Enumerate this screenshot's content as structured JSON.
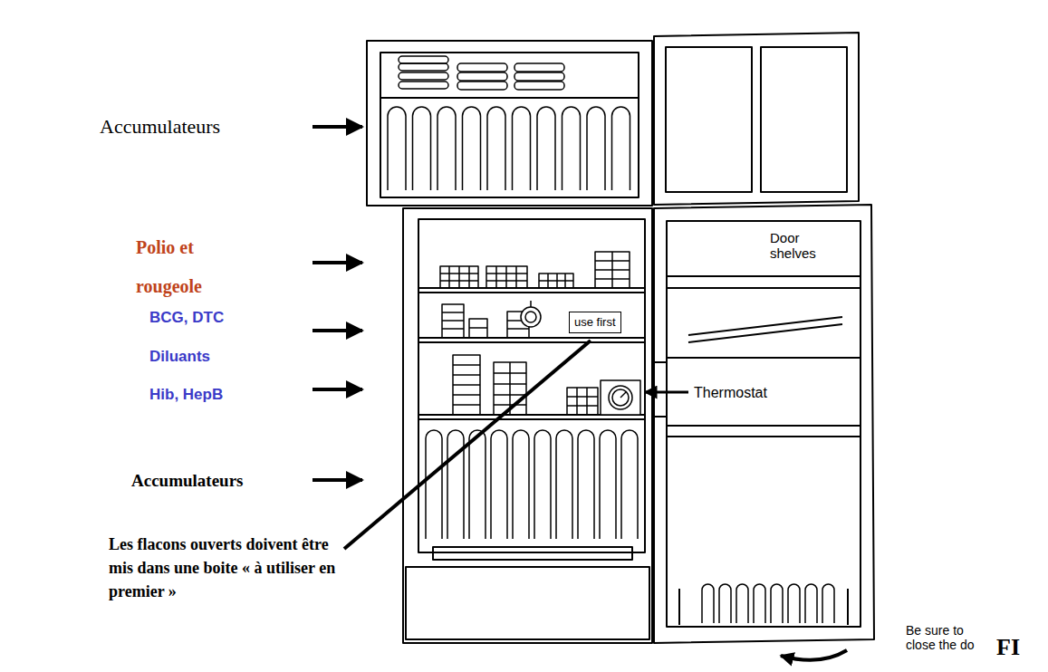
{
  "diagram": {
    "nodes": [
      {
        "text": [
          "use first"
        ]
      }
    ],
    "labels": [
      "Accumulateurs",
      "Polio et rougeole",
      "BCG, DTC",
      "Diluants",
      "Hib, HepB",
      "Accumulateurs",
      "Les flacons ouverts doivent être mis dans une boite « à utiliser en premier »",
      "Door shelves",
      "Thermostat",
      "Be sure to close the do",
      "FI"
    ]
  }
}
